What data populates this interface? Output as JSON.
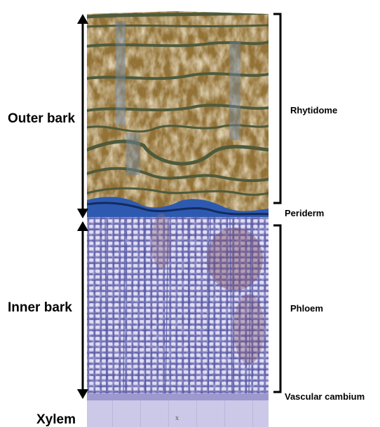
{
  "figure": {
    "left_labels": {
      "outer_bark": "Outer bark",
      "inner_bark": "Inner bark",
      "xylem": "Xylem"
    },
    "right_labels": {
      "rhytidome": "Rhytidome",
      "periderm": "Periderm",
      "phloem": "Phloem",
      "vascular_cambium": "Vascular cambium"
    },
    "micrograph_marker": "x",
    "colors": {
      "outer_bark_tissue": "#a8823f",
      "outer_bark_dark_bands": "#4e5a3c",
      "periderm_band": "#2d5ab0",
      "phloem_tissue": "#8a86c6",
      "phloem_cell_walls": "#5358a4",
      "xylem_tissue": "#c9c7e6",
      "annotation": "#000000"
    }
  }
}
